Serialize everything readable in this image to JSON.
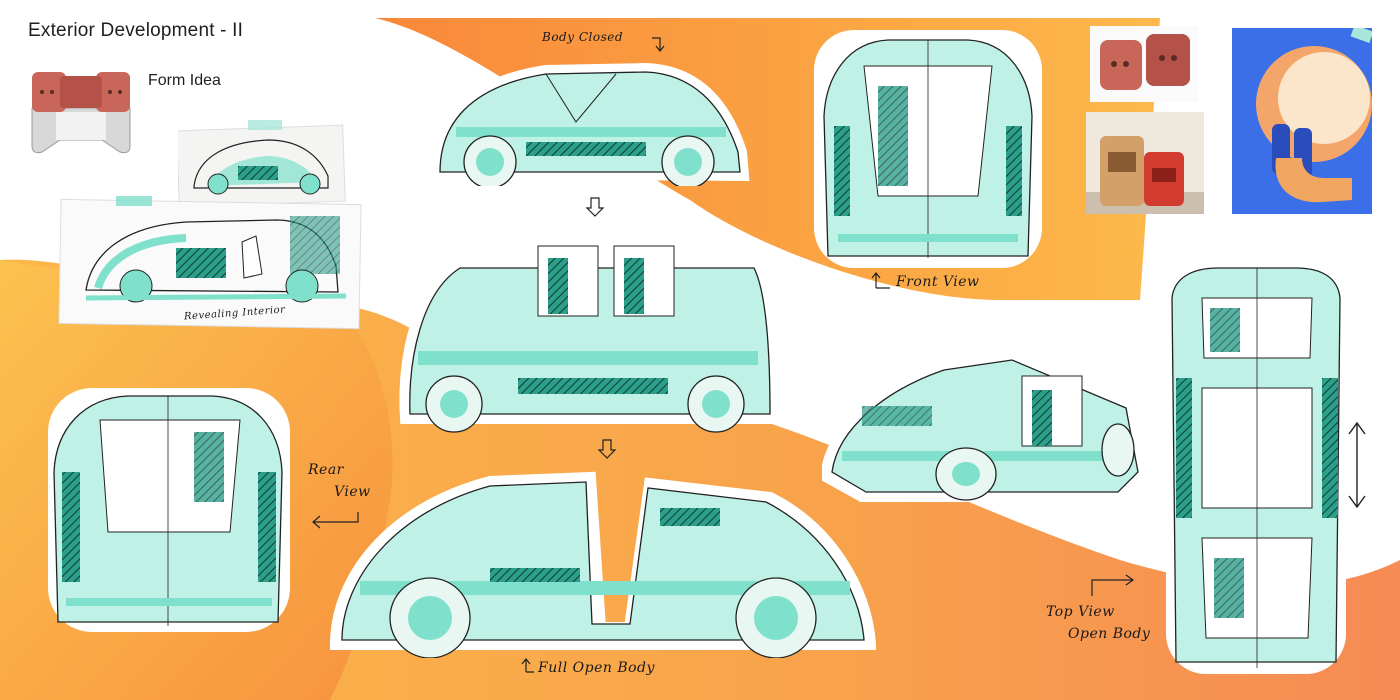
{
  "board": {
    "title": "Exterior Development - II",
    "form_idea_label": "Form Idea"
  },
  "labels": {
    "body_closed": "Body Closed",
    "front_view": "Front View",
    "rear_view_line1": "Rear",
    "rear_view_line2": "View",
    "revealing_interior": "Revealing Interior",
    "full_open_body": "Full Open Body",
    "top_view_line1": "Top View",
    "top_view_line2": "Open Body"
  },
  "colors": {
    "orange": "#f7a24a",
    "orange_light": "#fcc24f",
    "teal": "#7fe0cc",
    "teal_dark": "#2c9f8a",
    "ink": "#1a1a1a",
    "blue_photo": "#3b6fe8",
    "speaker_red": "#c9665a"
  },
  "icons": [
    "arrow-down-icon",
    "arrow-left-icon",
    "arrow-right-icon",
    "double-arrow-vertical-icon"
  ]
}
